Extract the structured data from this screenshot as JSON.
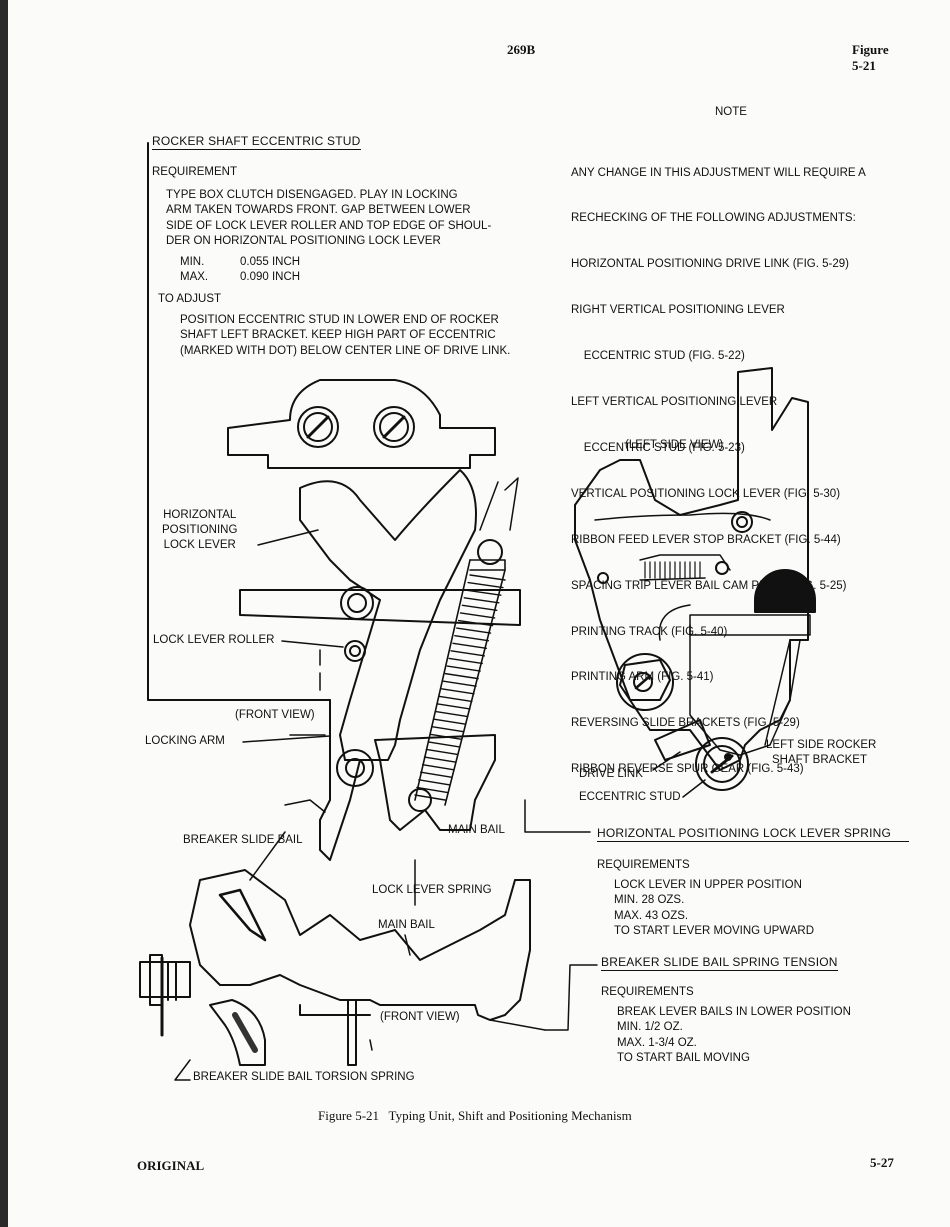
{
  "header": {
    "page_code": "269B",
    "figure_label": "Figure",
    "figure_number": "5-21"
  },
  "left_panel": {
    "title": "ROCKER SHAFT ECCENTRIC STUD",
    "requirement_heading": "REQUIREMENT",
    "requirement_lines": [
      "TYPE BOX CLUTCH DISENGAGED.  PLAY IN LOCKING",
      "ARM TAKEN TOWARDS FRONT.  GAP BETWEEN LOWER",
      "SIDE OF LOCK LEVER ROLLER AND TOP EDGE OF SHOUL-",
      "DER ON HORIZONTAL POSITIONING LOCK LEVER"
    ],
    "min_label": "MIN.",
    "min_value": "0.055 INCH",
    "max_label": "MAX.",
    "max_value": "0.090 INCH",
    "adjust_heading": "TO ADJUST",
    "adjust_lines": [
      "POSITION ECCENTRIC STUD IN LOWER END OF ROCKER",
      "SHAFT LEFT BRACKET.  KEEP HIGH PART OF ECCENTRIC",
      "(MARKED WITH DOT) BELOW CENTER LINE OF DRIVE LINK."
    ]
  },
  "note": {
    "title": "NOTE",
    "lines": [
      "ANY CHANGE IN THIS ADJUSTMENT WILL REQUIRE A",
      "RECHECKING OF THE FOLLOWING ADJUSTMENTS:",
      "HORIZONTAL POSITIONING DRIVE LINK (FIG. 5-29)",
      "RIGHT VERTICAL POSITIONING LEVER",
      "    ECCENTRIC STUD (FIG. 5-22)",
      "LEFT VERTICAL POSITIONING LEVER",
      "    ECCENTRIC STUD (FIG. 5-23)",
      "VERTICAL POSITIONING LOCK LEVER (FIG. 5-30)",
      "RIBBON FEED LEVER STOP BRACKET (FIG. 5-44)",
      "SPACING TRIP LEVER BAIL CAM PLATE (FIG. 5-25)",
      "PRINTING TRACK (FIG. 5-40)",
      "PRINTING ARM (FIG. 5-41)",
      "REVERSING SLIDE BRACKETS (FIG. 5-29)",
      "RIBBON REVERSE SPUR GEAR (FIG. 5-43)"
    ]
  },
  "labels": {
    "left_side_view": "(LEFT SIDE VIEW)",
    "horizontal_positioning_lock_lever": [
      "HORIZONTAL",
      "POSITIONING",
      "LOCK LEVER"
    ],
    "lock_lever_roller": "LOCK LEVER ROLLER",
    "front_view_1": "(FRONT VIEW)",
    "locking_arm": "LOCKING ARM",
    "breaker_slide_bail": "BREAKER SLIDE BAIL",
    "main_bail_1": "MAIN BAIL",
    "lock_lever_spring": "LOCK LEVER SPRING",
    "main_bail_2": "MAIN BAIL",
    "front_view_2": "(FRONT VIEW)",
    "breaker_slide_bail_torsion_spring": "BREAKER SLIDE BAIL TORSION SPRING",
    "drive_link": "DRIVE LINK",
    "eccentric_stud": "ECCENTRIC STUD",
    "left_side_rocker_shaft_bracket": [
      "LEFT SIDE ROCKER",
      "SHAFT BRACKET"
    ]
  },
  "spring_section": {
    "title": "HORIZONTAL POSITIONING LOCK LEVER SPRING",
    "requirements_heading": "REQUIREMENTS",
    "lines": [
      "LOCK LEVER IN UPPER POSITION",
      "MIN.  28 OZS.",
      "MAX.  43 OZS.",
      "TO START LEVER MOVING UPWARD"
    ]
  },
  "bail_section": {
    "title": "BREAKER SLIDE BAIL SPRING TENSION",
    "requirements_heading": "REQUIREMENTS",
    "lines": [
      "BREAK LEVER BAILS IN LOWER POSITION",
      "MIN.  1/2 OZ.",
      "MAX.  1-3/4 OZ.",
      "TO START BAIL MOVING"
    ]
  },
  "caption": "Figure 5-21   Typing Unit, Shift and Positioning Mechanism",
  "footer": {
    "left": "ORIGINAL",
    "right": "5-27"
  }
}
